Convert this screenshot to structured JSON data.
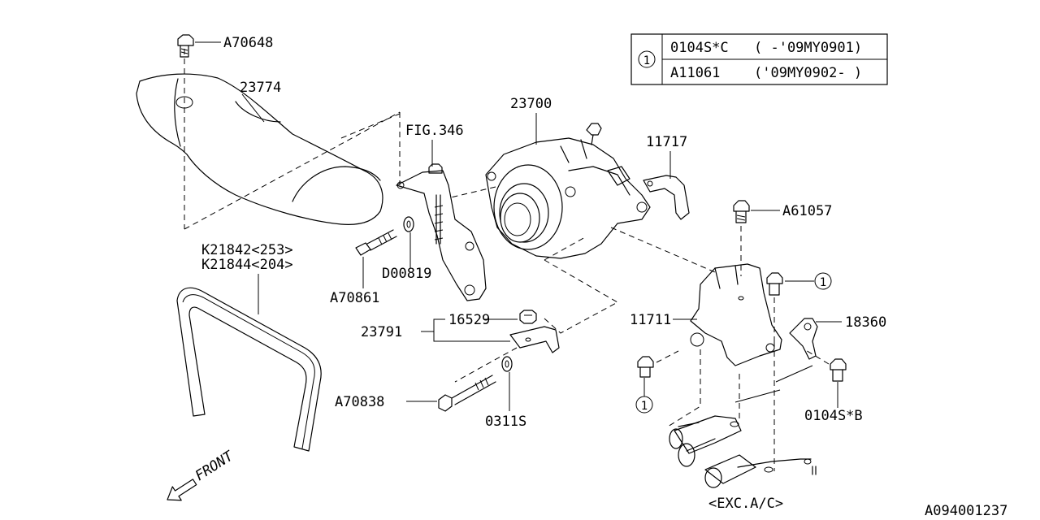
{
  "legend_table": {
    "marker": "1",
    "rows": [
      {
        "code": "0104S*C",
        "range": "( -'09MY0901)"
      },
      {
        "code": "A11061",
        "range": "('09MY0902- )"
      }
    ]
  },
  "labels": {
    "a70648": "A70648",
    "p23774": "23774",
    "fig346": "FIG.346",
    "p23700": "23700",
    "p11717": "11717",
    "a61057": "A61057",
    "k21842": "K21842<253>",
    "k21844": "K21844<204>",
    "d00819": "D00819",
    "a70861": "A70861",
    "p16529": "16529",
    "p23791": "23791",
    "p11711": "11711",
    "p18360": "18360",
    "a70838": "A70838",
    "p0311s": "0311S",
    "p0104sb": "0104S*B",
    "callout1": "1",
    "exc_ac": "<EXC.A/C>",
    "front": "FRONT",
    "diagram_id": "A094001237"
  },
  "icons": {
    "front_arrow": "front-direction-arrow-icon",
    "circled_one": "circled-number-icon"
  },
  "colors": {
    "ink": "#000000",
    "background": "#ffffff"
  }
}
